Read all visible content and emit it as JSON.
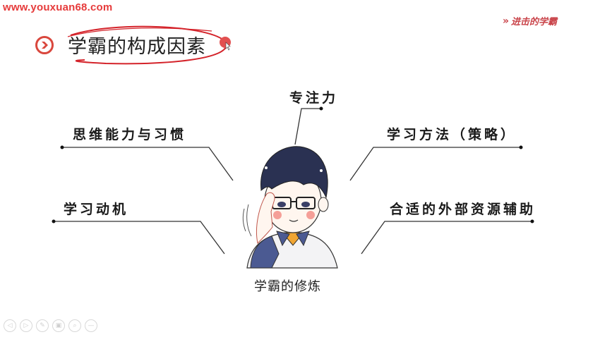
{
  "watermark": "www.youxuan68.com",
  "brand": {
    "chevrons": "»",
    "text": "进击的学霸",
    "color": "#c9444a"
  },
  "slide": {
    "title": "学霸的构成因素",
    "title_icon": "chevron-right-circle-icon",
    "accent_color": "#d9473d",
    "center_caption": "学霸的修炼",
    "factors": [
      {
        "id": "focus",
        "label": "专注力"
      },
      {
        "id": "thinking",
        "label": "思维能力与习惯"
      },
      {
        "id": "method",
        "label": "学习方法（策略）"
      },
      {
        "id": "motivation",
        "label": "学习动机"
      },
      {
        "id": "resources",
        "label": "合适的外部资源辅助"
      }
    ]
  },
  "player_controls": [
    {
      "name": "previous-icon",
      "glyph": "◁"
    },
    {
      "name": "next-icon",
      "glyph": "▷"
    },
    {
      "name": "pen-icon",
      "glyph": "✎"
    },
    {
      "name": "slides-icon",
      "glyph": "▣"
    },
    {
      "name": "zoom-icon",
      "glyph": "⌕"
    },
    {
      "name": "more-icon",
      "glyph": "—"
    }
  ]
}
